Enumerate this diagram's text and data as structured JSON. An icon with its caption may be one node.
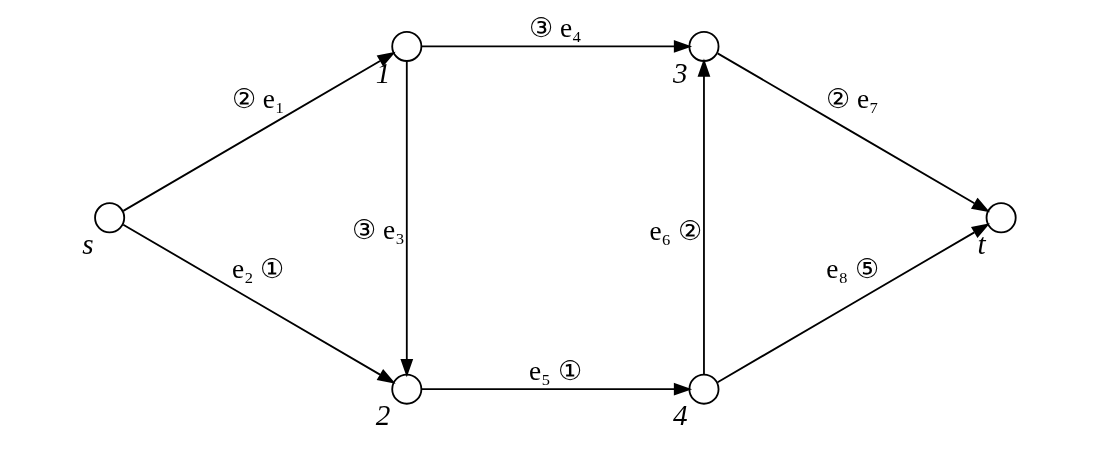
{
  "diagram": {
    "nodes": [
      {
        "text": [],
        "shape": "circle",
        "beside": [
          "s"
        ]
      },
      {
        "text": [],
        "shape": "circle",
        "beside": [
          "1"
        ]
      },
      {
        "text": [],
        "shape": "circle",
        "beside": [
          "2"
        ]
      },
      {
        "text": [],
        "shape": "circle",
        "beside": [
          "3"
        ]
      },
      {
        "text": [],
        "shape": "circle",
        "beside": [
          "4"
        ]
      },
      {
        "text": [],
        "shape": "circle",
        "beside": [
          "t"
        ]
      }
    ],
    "edges": [
      {
        "from": 0,
        "to": 1,
        "arrow": "to",
        "label": "② e₁"
      },
      {
        "from": 0,
        "to": 2,
        "arrow": "to",
        "label": "e₂ ①"
      },
      {
        "from": 1,
        "to": 2,
        "arrow": "to",
        "label": "③ e₃"
      },
      {
        "from": 1,
        "to": 3,
        "arrow": "to",
        "label": "③ e₄"
      },
      {
        "from": 2,
        "to": 4,
        "arrow": "to",
        "label": "e₅ ①"
      },
      {
        "from": 4,
        "to": 3,
        "arrow": "to",
        "label": "e₆ ②"
      },
      {
        "from": 3,
        "to": 5,
        "arrow": "to",
        "label": "② e₇"
      },
      {
        "from": 4,
        "to": 5,
        "arrow": "to",
        "label": "e₈ ⑤"
      }
    ]
  }
}
